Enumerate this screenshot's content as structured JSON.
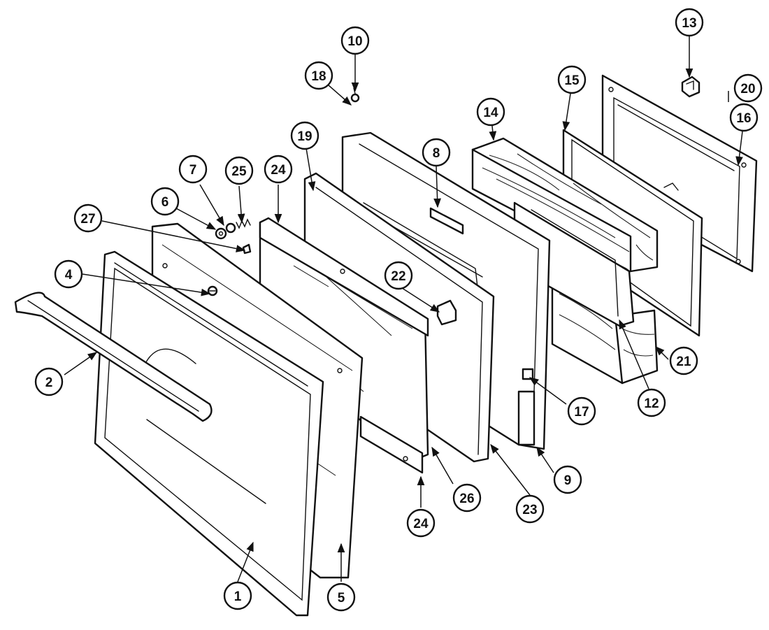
{
  "diagram": {
    "callouts": [
      "1",
      "2",
      "4",
      "5",
      "6",
      "7",
      "8",
      "9",
      "10",
      "12",
      "13",
      "14",
      "15",
      "16",
      "17",
      "18",
      "19",
      "20",
      "21",
      "22",
      "23",
      "24",
      "24",
      "25",
      "26",
      "27"
    ]
  }
}
